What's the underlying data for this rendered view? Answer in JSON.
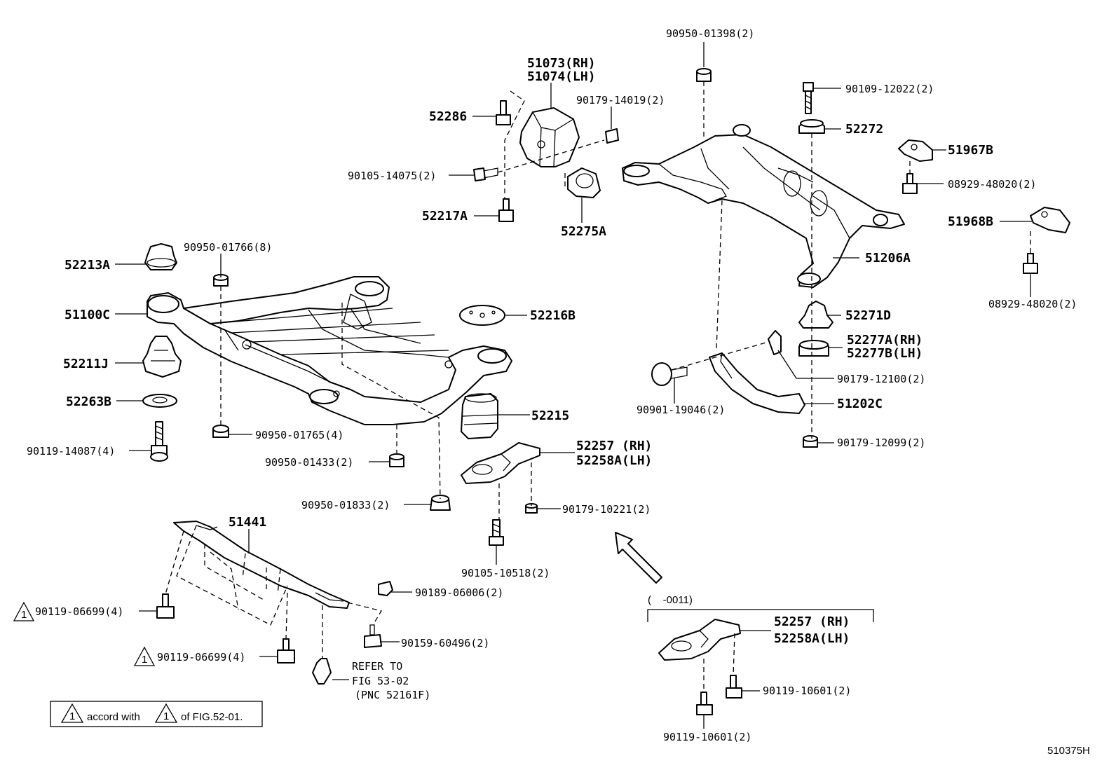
{
  "callouts": {
    "p51073": "51073(RH)",
    "p51074": "51074(LH)",
    "p90950_01398": "90950-01398(2)",
    "p90109_12022": "90109-12022(2)",
    "p52286": "52286",
    "p90179_14019": "90179-14019(2)",
    "p52272": "52272",
    "p51967B": "51967B",
    "p90105_14075": "90105-14075(2)",
    "p08929_48020_a": "08929-48020(2)",
    "p52217A": "52217A",
    "p52275A": "52275A",
    "p51968B": "51968B",
    "p51206A": "51206A",
    "p08929_48020_b": "08929-48020(2)",
    "p52213A": "52213A",
    "p90950_01766": "90950-01766(8)",
    "p51100C": "51100C",
    "p52216B": "52216B",
    "p52271D": "52271D",
    "p52277A": "52277A(RH)",
    "p52277B": "52277B(LH)",
    "p52211J": "52211J",
    "p90179_12100": "90179-12100(2)",
    "p90901_19046": "90901-19046(2)",
    "p51202C": "51202C",
    "p52263B": "52263B",
    "p52215": "52215",
    "p90119_14087": "90119-14087(4)",
    "p90950_01765": "90950-01765(4)",
    "p90179_12099": "90179-12099(2)",
    "p52257_a": "52257 (RH)",
    "p52258A_a": "52258A(LH)",
    "p90950_01433": "90950-01433(2)",
    "p90950_01833": "90950-01833(2)",
    "p90179_10221": "90179-10221(2)",
    "p51441": "51441",
    "p90105_10518": "90105-10518(2)",
    "p90189_06006": "90189-06006(2)",
    "p90119_06699_a": "90119-06699(4)",
    "p90159_60496": "90159-60496(2)",
    "p90119_06699_b": "90119-06699(4)",
    "refer_line1": "REFER TO",
    "refer_line2": "FIG 53-02",
    "refer_line3": "(PNC 52161F)",
    "range_label": "(    -0011)",
    "p52257_b": "52257 (RH)",
    "p52258A_b": "52258A(LH)",
    "p90119_10601_a": "90119-10601(2)",
    "p90119_10601_b": "90119-10601(2)"
  },
  "note": {
    "mark": "1",
    "text_a": "accord with",
    "text_b": "of FIG.52-01."
  },
  "figure_id": "510375H",
  "colors": {
    "line": "#000000",
    "background": "#ffffff"
  }
}
